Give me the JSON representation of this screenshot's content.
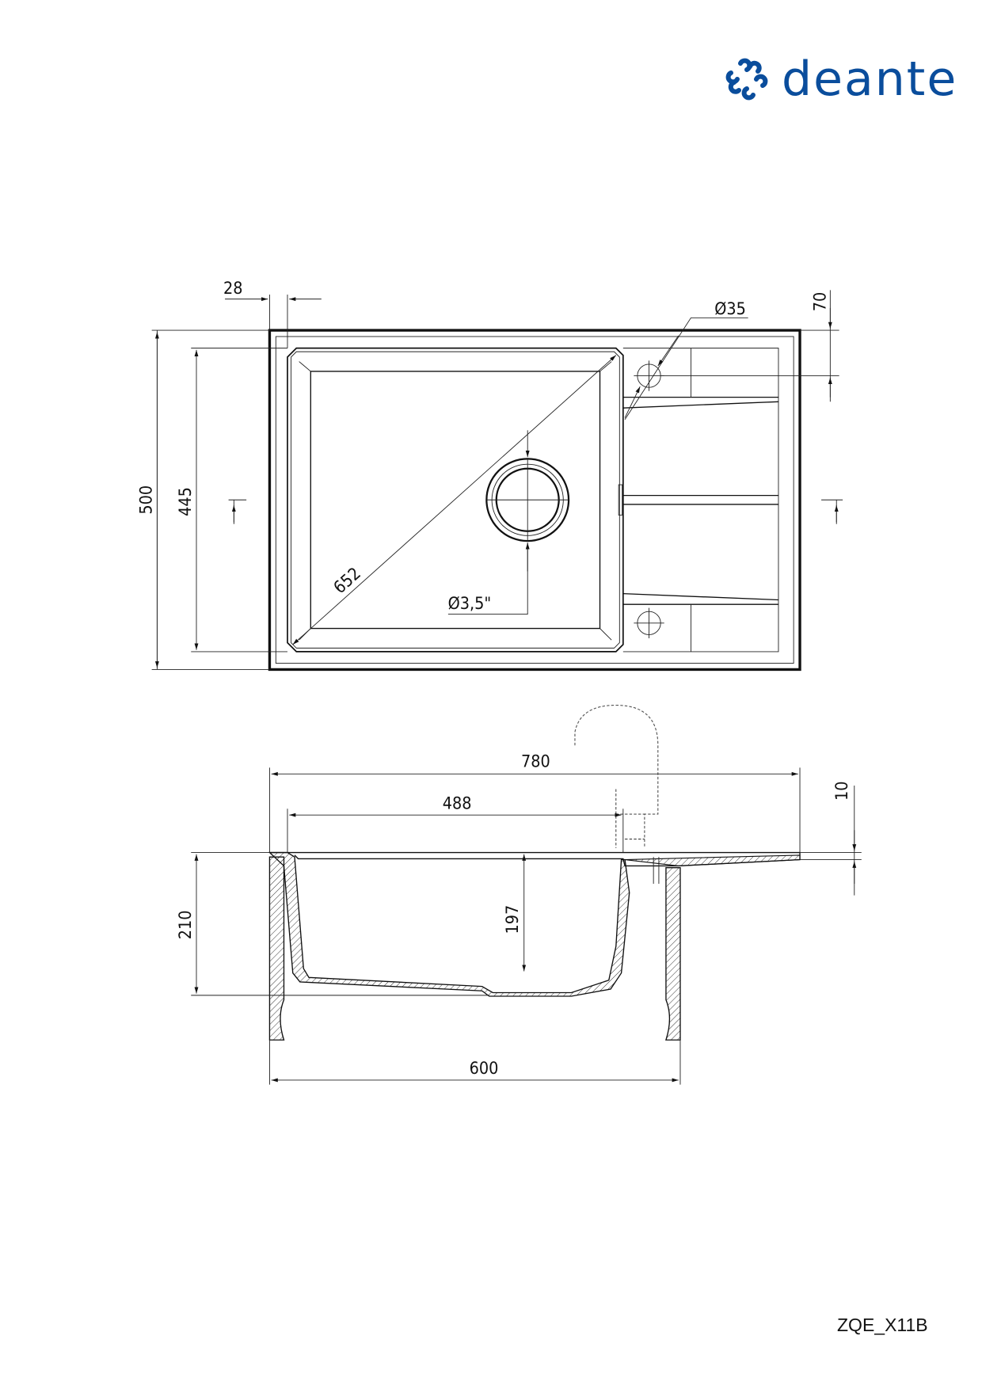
{
  "brand": {
    "name": "deante",
    "color": "#0a4d9c"
  },
  "product_code": "ZQE_X11B",
  "top_view": {
    "dims": {
      "rim_offset": "28",
      "tap_hole_diameter": "Ø35",
      "tap_hole_offset": "70",
      "overall_depth": "500",
      "bowl_depth": "445",
      "diagonal": "652",
      "drain_diameter": "Ø3,5\""
    }
  },
  "side_view": {
    "dims": {
      "overall_width": "780",
      "bowl_width": "488",
      "rim_thickness": "10",
      "total_height": "210",
      "bowl_inner_height": "197",
      "cabinet_width": "600"
    }
  }
}
